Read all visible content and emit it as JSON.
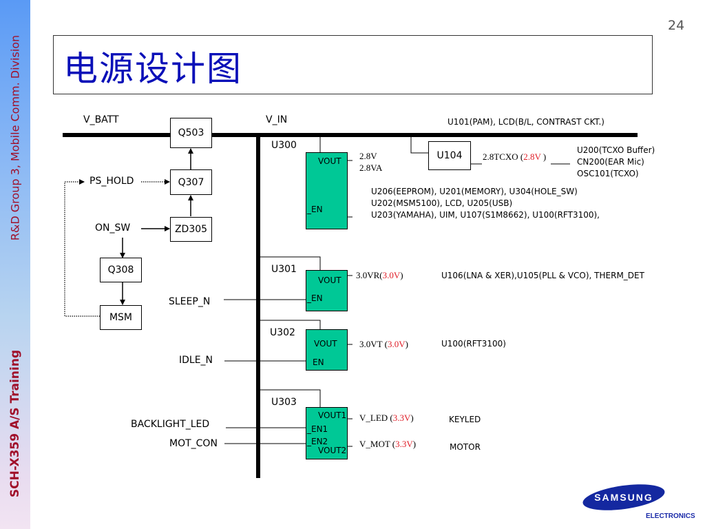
{
  "sidebar": {
    "top_text": "R&D Group 3, Mobile Comm. Division",
    "bottom_text": "SCH-X359 A/S Training"
  },
  "page_number": "24",
  "title": "电源设计图",
  "diagram": {
    "rails": {
      "vbatt": "V_BATT",
      "vin": "V_IN",
      "vin_loads": "U101(PAM),  LCD(B/L, CONTRAST CKT.)"
    },
    "blocks": {
      "q503": "Q503",
      "q307": "Q307",
      "zd305": "ZD305",
      "q308": "Q308",
      "msm": "MSM",
      "u104": "U104"
    },
    "signals": {
      "ps_hold": "PS_HOLD",
      "on_sw": "ON_SW",
      "sleep_n": "SLEEP_N",
      "idle_n": "IDLE_N",
      "backlight_led": "BACKLIGHT_LED",
      "mot_con": "MOT_CON"
    },
    "u104_output": {
      "net": "2.8TCXO (",
      "voltage": "2.8V",
      "close": " )",
      "loads": [
        "U200(TCXO Buffer)",
        "CN200(EAR Mic)",
        "OSC101(TCXO)"
      ]
    },
    "regulators": [
      {
        "name": "U300",
        "pins": {
          "vout": "VOUT",
          "en": "_EN"
        },
        "outputs": [
          "2.8V",
          "2.8VA"
        ],
        "loads": [
          "U206(EEPROM), U201(MEMORY), U304(HOLE_SW)",
          "U202(MSM5100), LCD, U205(USB)",
          "U203(YAMAHA), UIM, U107(S1M8662), U100(RFT3100),"
        ]
      },
      {
        "name": "U301",
        "pins": {
          "vout": "VOUT",
          "en": "_EN"
        },
        "output_net": "3.0VR(",
        "output_voltage": "3.0V",
        "output_close": ")",
        "loads": "U106(LNA & XER),U105(PLL & VCO), THERM_DET"
      },
      {
        "name": "U302",
        "pins": {
          "vout": "VOUT",
          "en": "EN"
        },
        "output_net": "3.0VT (",
        "output_voltage": "3.0V",
        "output_close": ")",
        "loads": "U100(RFT3100)"
      },
      {
        "name": "U303",
        "pins": {
          "vout1": "VOUT1",
          "en1": "_EN1",
          "en2": "_EN2",
          "vout2": "VOUT2"
        },
        "outputs": [
          {
            "net": "V_LED (",
            "voltage": "3.3V",
            "close": ")",
            "load": "KEYLED"
          },
          {
            "net": "V_MOT (",
            "voltage": "3.3V",
            "close": ")",
            "load": "MOTOR"
          }
        ]
      }
    ]
  },
  "logo": {
    "brand": "SAMSUNG",
    "sub": "ELECTRONICS"
  },
  "colors": {
    "title": "#0a10b8",
    "regulator_fill": "#00c896",
    "voltage_red": "#e0202a",
    "sidebar_text": "#a0102a",
    "logo_blue": "#1428a0"
  }
}
